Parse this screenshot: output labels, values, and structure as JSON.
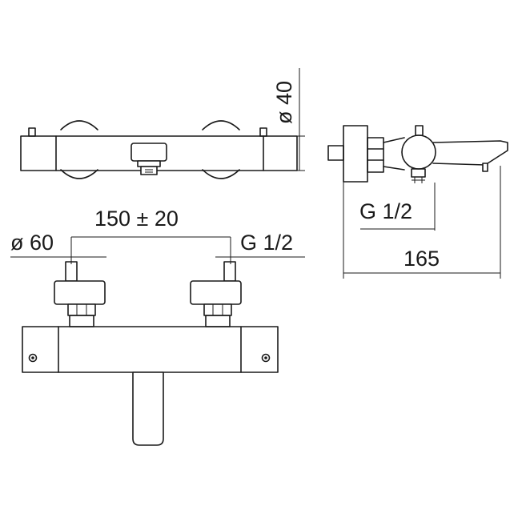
{
  "dimensions": {
    "diameter_40": "ø 40",
    "spacing": "150 ± 20",
    "diameter_60": "ø 60",
    "thread_front": "G 1/2",
    "thread_side": "G 1/2",
    "depth": "165"
  }
}
